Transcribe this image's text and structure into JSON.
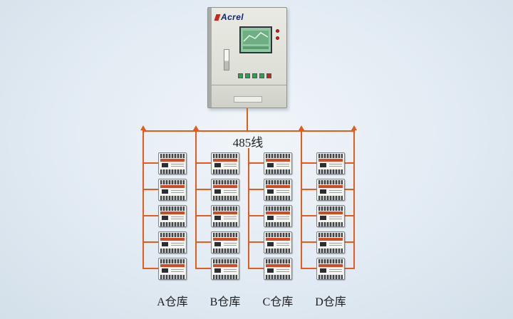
{
  "cabinet": {
    "brand": "Acrel"
  },
  "bus": {
    "label": "485线",
    "color": "#e35b1e"
  },
  "device": {
    "band_color": "#cf4a26"
  },
  "warehouses": [
    {
      "label": "A仓库",
      "device_count": 5
    },
    {
      "label": "B仓库",
      "device_count": 5
    },
    {
      "label": "C仓库",
      "device_count": 5
    },
    {
      "label": "D仓库",
      "device_count": 5
    }
  ]
}
